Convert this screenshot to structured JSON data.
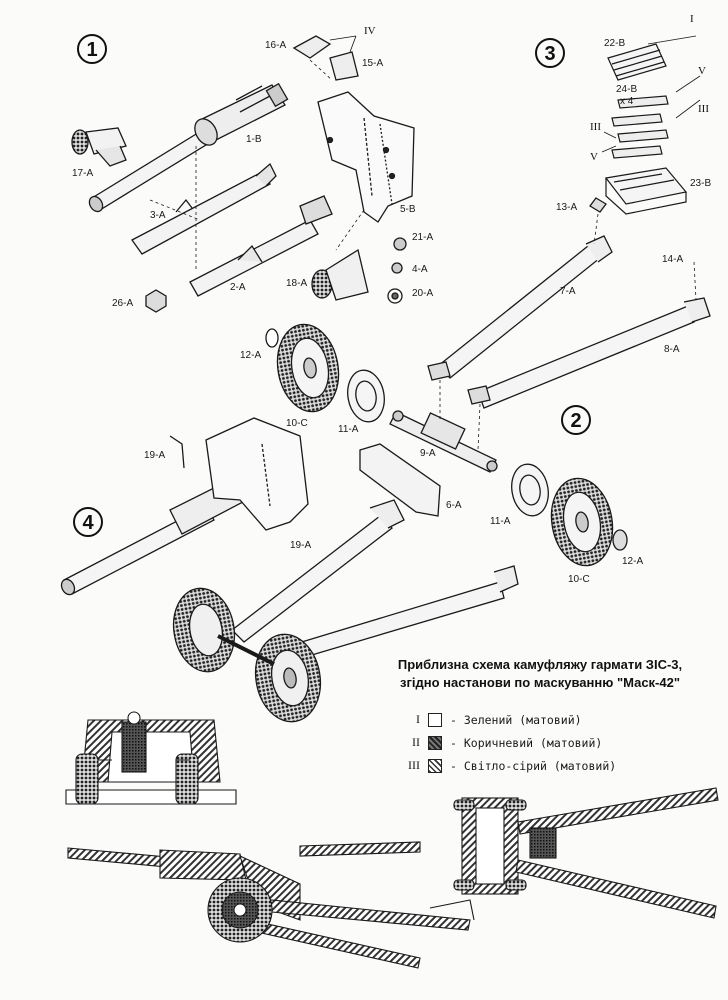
{
  "steps": [
    "1",
    "2",
    "3",
    "4"
  ],
  "part_labels": {
    "p16a": "16-A",
    "p15a": "15-A",
    "p1b": "1-B",
    "p17a": "17-A",
    "p3a": "3-A",
    "p5b": "5-B",
    "p21a": "21-A",
    "p4a": "4-A",
    "p18a": "18-A",
    "p2a": "2-A",
    "p20a": "20-A",
    "p26a": "26-A",
    "p22b": "22-B",
    "p24b": "24-B",
    "p24b_qty": "x 4",
    "p23b": "23-B",
    "p13a": "13-A",
    "p7a": "7-A",
    "p14a": "14-A",
    "p8a": "8-A",
    "p12a_l": "12-A",
    "p10c_l": "10-C",
    "p11a_l": "11-A",
    "p9a": "9-A",
    "p6a": "6-A",
    "p11a_r": "11-A",
    "p10c_r": "10-C",
    "p12a_r": "12-A",
    "p19a_t": "19-A",
    "p19a_b": "19-A"
  },
  "roman_callouts": {
    "iv": "IV",
    "i": "I",
    "v_top": "V",
    "iii_right": "III",
    "iii_left": "III",
    "v_left": "V"
  },
  "camouflage": {
    "title_line1": "Приблизна схема камуфляжу гармати ЗІС-3,",
    "title_line2": "згідно настанови по маскуванню \"Маск-42\"",
    "legend": [
      {
        "num": "I",
        "text": "- Зелений (матовий)"
      },
      {
        "num": "II",
        "text": "- Коричневий (матовий)"
      },
      {
        "num": "III",
        "text": "- Світло-сірий (матовий)"
      }
    ]
  }
}
